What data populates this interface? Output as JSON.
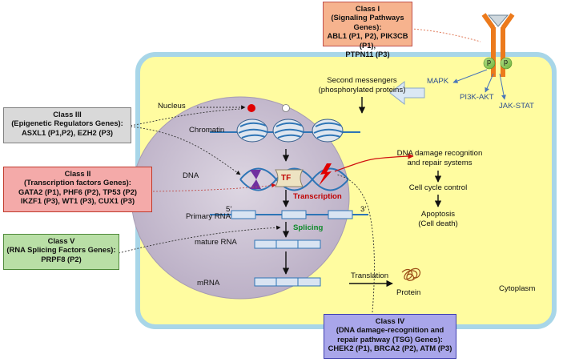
{
  "gene_classes": {
    "class_I": {
      "title": "Class I",
      "lines": [
        "(Signaling Pathways Genes):",
        "ABL1 (P1, P2), PIK3CB (P1),",
        "PTPN11 (P3)"
      ],
      "fill": "#f6b38e",
      "border": "#c0504d"
    },
    "class_II": {
      "title": "Class II",
      "lines": [
        "(Transcription factors Genes):",
        "GATA2 (P1), PHF6 (P2), TP53 (P2)",
        "IKZF1 (P3), WT1 (P3), CUX1 (P3)"
      ],
      "fill": "#f4aaa9",
      "border": "#c0392b"
    },
    "class_III": {
      "title": "Class III",
      "lines": [
        "(Epigenetic Regulators Genes):",
        "ASXL1 (P1,P2),  EZH2 (P3)"
      ],
      "fill": "#d9d9d9",
      "border": "#7f7f7f"
    },
    "class_IV": {
      "title": "Class IV",
      "lines": [
        "(DNA damage-recognition and",
        "repair pathway (TSG) Genes):",
        "CHEK2 (P1), BRCA2 (P2), ATM (P3)"
      ],
      "fill": "#a9a6ea",
      "border": "#3f3fb0"
    },
    "class_V": {
      "title": "Class V",
      "lines": [
        "(RNA Splicing Factors Genes):",
        "PRPF8 (P2)"
      ],
      "fill": "#b9dfa6",
      "border": "#4f8a3a"
    }
  },
  "labels": {
    "nucleus": "Nucleus",
    "chromatin": "Chromatin",
    "dna": "DNA",
    "primary_rna": "Primary RNA",
    "mature_rna": "mature RNA",
    "mrna": "mRNA",
    "five_prime": "5’",
    "three_prime": "3’",
    "transcription": "Transcription",
    "splicing": "Splicing",
    "tf": "TF",
    "second_messengers_1": "Second messengers",
    "second_messengers_2": "(phosphorylated proteins)",
    "mapk": "MAPK",
    "pi3k_akt": "PI3K-AKT",
    "jak_stat": "JAK-STAT",
    "receptor_p_left": "p",
    "receptor_p_right": "p",
    "dna_damage_1": "DNA damage recognition",
    "dna_damage_2": "and repair systems",
    "cell_cycle": "Cell cycle control",
    "apoptosis_1": "Apoptosis",
    "apoptosis_2": "(Cell death)",
    "translation": "Translation",
    "protein": "Protein",
    "cytoplasm": "Cytoplasm"
  },
  "colors": {
    "cell_fill": "#fffca0",
    "cell_border": "#9fd3e6",
    "nucleus_fill": "#cdc3d4",
    "receptor": "#ec7a1c",
    "p_circle": "#92d050",
    "dna_strand": "#2e75b6",
    "transcription_text": "#c00000",
    "splicing_text": "#0f8a2a",
    "signal_text": "#2f4f8f"
  }
}
